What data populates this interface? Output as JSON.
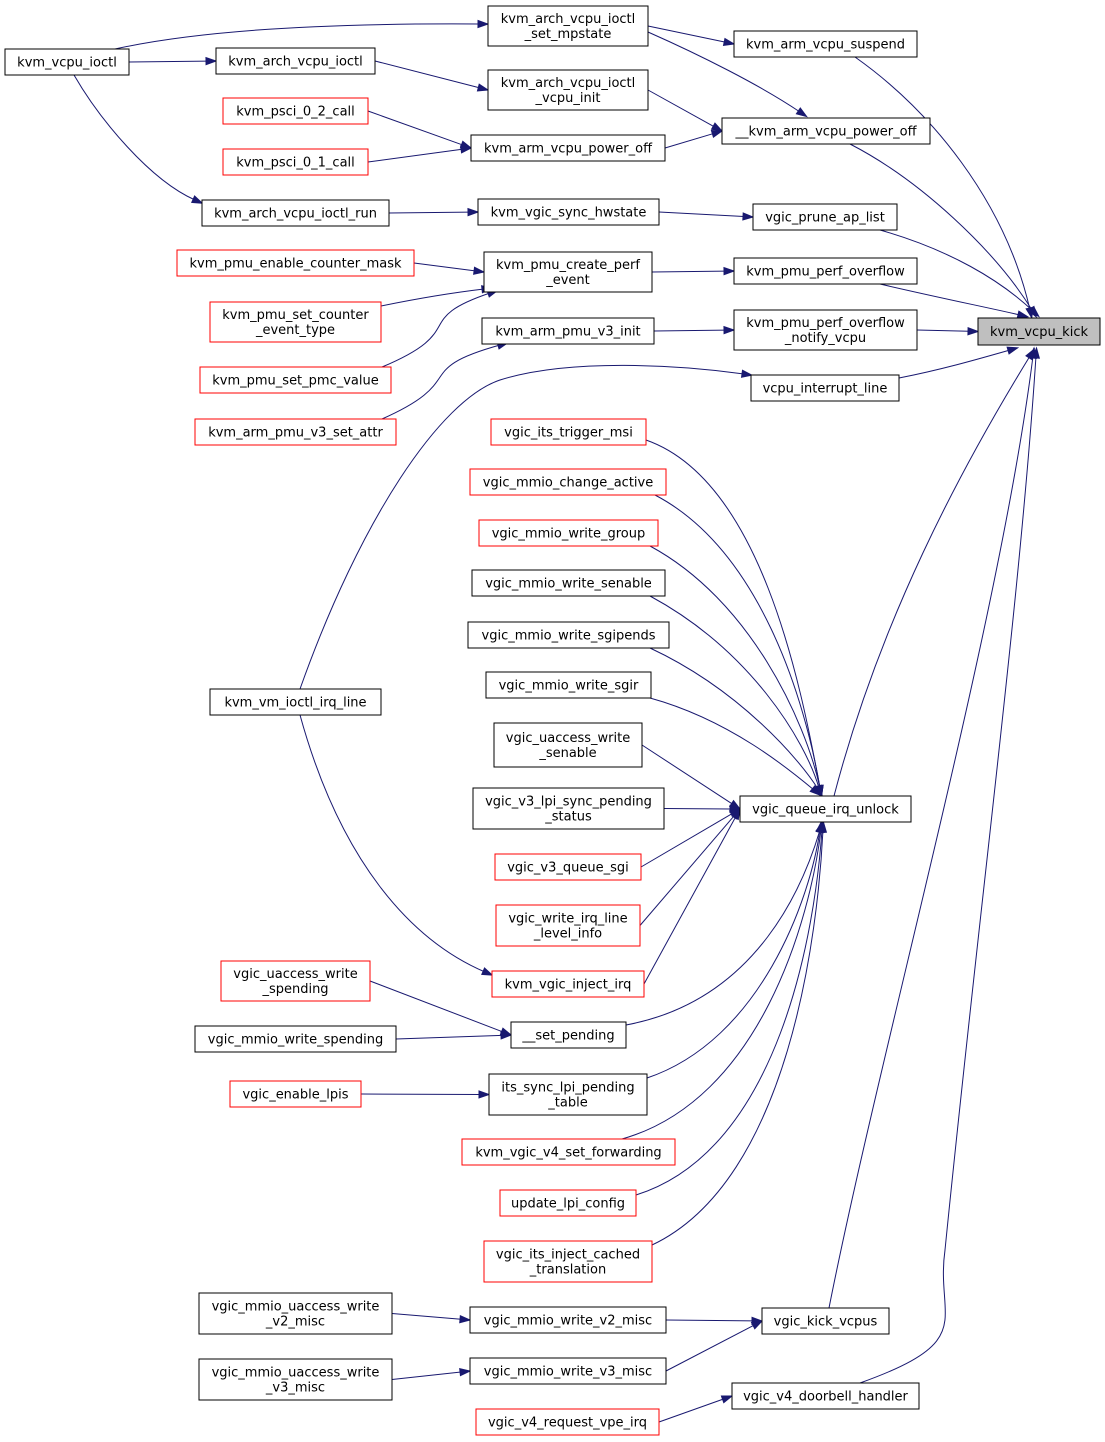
{
  "nodes": [
    {
      "id": "kvm_vcpu_kick",
      "lines": [
        "kvm_vcpu_kick"
      ],
      "style": "root"
    },
    {
      "id": "kvm_arm_vcpu_suspend",
      "lines": [
        "kvm_arm_vcpu_suspend"
      ],
      "style": "black"
    },
    {
      "id": "kvm_arch_vcpu_ioctl_set_mpstate",
      "lines": [
        "kvm_arch_vcpu_ioctl",
        "_set_mpstate"
      ],
      "style": "black"
    },
    {
      "id": "kvm_vcpu_ioctl",
      "lines": [
        "kvm_vcpu_ioctl"
      ],
      "style": "black"
    },
    {
      "id": "kvm_arch_vcpu_ioctl",
      "lines": [
        "kvm_arch_vcpu_ioctl"
      ],
      "style": "black"
    },
    {
      "id": "kvm_arch_vcpu_ioctl_vcpu_init",
      "lines": [
        "kvm_arch_vcpu_ioctl",
        "_vcpu_init"
      ],
      "style": "black"
    },
    {
      "id": "kvm_arm_vcpu_power_off_int",
      "lines": [
        "__kvm_arm_vcpu_power_off"
      ],
      "style": "black"
    },
    {
      "id": "kvm_psci_0_2_call",
      "lines": [
        "kvm_psci_0_2_call"
      ],
      "style": "red"
    },
    {
      "id": "kvm_psci_0_1_call",
      "lines": [
        "kvm_psci_0_1_call"
      ],
      "style": "red"
    },
    {
      "id": "kvm_arm_vcpu_power_off",
      "lines": [
        "kvm_arm_vcpu_power_off"
      ],
      "style": "black"
    },
    {
      "id": "kvm_arch_vcpu_ioctl_run",
      "lines": [
        "kvm_arch_vcpu_ioctl_run"
      ],
      "style": "black"
    },
    {
      "id": "kvm_vgic_sync_hwstate",
      "lines": [
        "kvm_vgic_sync_hwstate"
      ],
      "style": "black"
    },
    {
      "id": "vgic_prune_ap_list",
      "lines": [
        "vgic_prune_ap_list"
      ],
      "style": "black"
    },
    {
      "id": "kvm_pmu_enable_counter_mask",
      "lines": [
        "kvm_pmu_enable_counter_mask"
      ],
      "style": "red"
    },
    {
      "id": "kvm_pmu_create_perf_event",
      "lines": [
        "kvm_pmu_create_perf",
        "_event"
      ],
      "style": "black"
    },
    {
      "id": "kvm_pmu_perf_overflow",
      "lines": [
        "kvm_pmu_perf_overflow"
      ],
      "style": "black"
    },
    {
      "id": "kvm_pmu_set_counter_event_type",
      "lines": [
        "kvm_pmu_set_counter",
        "_event_type"
      ],
      "style": "red"
    },
    {
      "id": "kvm_arm_pmu_v3_init",
      "lines": [
        "kvm_arm_pmu_v3_init"
      ],
      "style": "black"
    },
    {
      "id": "kvm_pmu_perf_overflow_notify_vcpu",
      "lines": [
        "kvm_pmu_perf_overflow",
        "_notify_vcpu"
      ],
      "style": "black"
    },
    {
      "id": "kvm_pmu_set_pmc_value",
      "lines": [
        "kvm_pmu_set_pmc_value"
      ],
      "style": "red"
    },
    {
      "id": "vcpu_interrupt_line",
      "lines": [
        "vcpu_interrupt_line"
      ],
      "style": "black"
    },
    {
      "id": "kvm_arm_pmu_v3_set_attr",
      "lines": [
        "kvm_arm_pmu_v3_set_attr"
      ],
      "style": "red"
    },
    {
      "id": "vgic_its_trigger_msi",
      "lines": [
        "vgic_its_trigger_msi"
      ],
      "style": "red"
    },
    {
      "id": "vgic_mmio_change_active",
      "lines": [
        "vgic_mmio_change_active"
      ],
      "style": "red"
    },
    {
      "id": "vgic_mmio_write_group",
      "lines": [
        "vgic_mmio_write_group"
      ],
      "style": "red"
    },
    {
      "id": "vgic_mmio_write_senable",
      "lines": [
        "vgic_mmio_write_senable"
      ],
      "style": "black"
    },
    {
      "id": "vgic_mmio_write_sgipends",
      "lines": [
        "vgic_mmio_write_sgipends"
      ],
      "style": "black"
    },
    {
      "id": "vgic_mmio_write_sgir",
      "lines": [
        "vgic_mmio_write_sgir"
      ],
      "style": "black"
    },
    {
      "id": "kvm_vm_ioctl_irq_line",
      "lines": [
        "kvm_vm_ioctl_irq_line"
      ],
      "style": "black"
    },
    {
      "id": "vgic_uaccess_write_senable",
      "lines": [
        "vgic_uaccess_write",
        "_senable"
      ],
      "style": "black"
    },
    {
      "id": "vgic_v3_lpi_sync_pending_status",
      "lines": [
        "vgic_v3_lpi_sync_pending",
        "_status"
      ],
      "style": "black"
    },
    {
      "id": "vgic_queue_irq_unlock",
      "lines": [
        "vgic_queue_irq_unlock"
      ],
      "style": "black"
    },
    {
      "id": "vgic_v3_queue_sgi",
      "lines": [
        "vgic_v3_queue_sgi"
      ],
      "style": "red"
    },
    {
      "id": "vgic_write_irq_line_level_info",
      "lines": [
        "vgic_write_irq_line",
        "_level_info"
      ],
      "style": "red"
    },
    {
      "id": "vgic_uaccess_write_spending",
      "lines": [
        "vgic_uaccess_write",
        "_spending"
      ],
      "style": "red"
    },
    {
      "id": "kvm_vgic_inject_irq",
      "lines": [
        "kvm_vgic_inject_irq"
      ],
      "style": "red"
    },
    {
      "id": "vgic_mmio_write_spending",
      "lines": [
        "vgic_mmio_write_spending"
      ],
      "style": "black"
    },
    {
      "id": "set_pending",
      "lines": [
        "__set_pending"
      ],
      "style": "black"
    },
    {
      "id": "vgic_enable_lpis",
      "lines": [
        "vgic_enable_lpis"
      ],
      "style": "red"
    },
    {
      "id": "its_sync_lpi_pending_table",
      "lines": [
        "its_sync_lpi_pending",
        "_table"
      ],
      "style": "black"
    },
    {
      "id": "kvm_vgic_v4_set_forwarding",
      "lines": [
        "kvm_vgic_v4_set_forwarding"
      ],
      "style": "red"
    },
    {
      "id": "update_lpi_config",
      "lines": [
        "update_lpi_config"
      ],
      "style": "red"
    },
    {
      "id": "vgic_its_inject_cached_translation",
      "lines": [
        "vgic_its_inject_cached",
        "_translation"
      ],
      "style": "red"
    },
    {
      "id": "vgic_mmio_uaccess_write_v2_misc",
      "lines": [
        "vgic_mmio_uaccess_write",
        "_v2_misc"
      ],
      "style": "black"
    },
    {
      "id": "vgic_mmio_write_v2_misc",
      "lines": [
        "vgic_mmio_write_v2_misc"
      ],
      "style": "black"
    },
    {
      "id": "vgic_kick_vcpus",
      "lines": [
        "vgic_kick_vcpus"
      ],
      "style": "black"
    },
    {
      "id": "vgic_mmio_uaccess_write_v3_misc",
      "lines": [
        "vgic_mmio_uaccess_write",
        "_v3_misc"
      ],
      "style": "black"
    },
    {
      "id": "vgic_mmio_write_v3_misc",
      "lines": [
        "vgic_mmio_write_v3_misc"
      ],
      "style": "black"
    },
    {
      "id": "vgic_v4_doorbell_handler",
      "lines": [
        "vgic_v4_doorbell_handler"
      ],
      "style": "black"
    },
    {
      "id": "vgic_v4_request_vpe_irq",
      "lines": [
        "vgic_v4_request_vpe_irq"
      ],
      "style": "red"
    }
  ],
  "edges": [
    {
      "from": "kvm_arm_vcpu_suspend",
      "to": "kvm_vcpu_kick"
    },
    {
      "from": "kvm_arm_vcpu_power_off_int",
      "to": "kvm_vcpu_kick"
    },
    {
      "from": "vgic_prune_ap_list",
      "to": "kvm_vcpu_kick"
    },
    {
      "from": "kvm_pmu_perf_overflow",
      "to": "kvm_vcpu_kick"
    },
    {
      "from": "kvm_pmu_perf_overflow_notify_vcpu",
      "to": "kvm_vcpu_kick"
    },
    {
      "from": "vcpu_interrupt_line",
      "to": "kvm_vcpu_kick"
    },
    {
      "from": "vgic_queue_irq_unlock",
      "to": "kvm_vcpu_kick"
    },
    {
      "from": "vgic_kick_vcpus",
      "to": "kvm_vcpu_kick"
    },
    {
      "from": "vgic_v4_doorbell_handler",
      "to": "kvm_vcpu_kick"
    },
    {
      "from": "kvm_arch_vcpu_ioctl_set_mpstate",
      "to": "kvm_arm_vcpu_suspend"
    },
    {
      "from": "kvm_vcpu_ioctl",
      "to": "kvm_arch_vcpu_ioctl_set_mpstate"
    },
    {
      "from": "kvm_arch_vcpu_ioctl_set_mpstate",
      "to": "kvm_arm_vcpu_power_off_int"
    },
    {
      "from": "kvm_arch_vcpu_ioctl_vcpu_init",
      "to": "kvm_arm_vcpu_power_off_int"
    },
    {
      "from": "kvm_arm_vcpu_power_off",
      "to": "kvm_arm_vcpu_power_off_int"
    },
    {
      "from": "kvm_vcpu_ioctl",
      "to": "kvm_arch_vcpu_ioctl"
    },
    {
      "from": "kvm_arch_vcpu_ioctl",
      "to": "kvm_arch_vcpu_ioctl_vcpu_init"
    },
    {
      "from": "kvm_psci_0_2_call",
      "to": "kvm_arm_vcpu_power_off"
    },
    {
      "from": "kvm_psci_0_1_call",
      "to": "kvm_arm_vcpu_power_off"
    },
    {
      "from": "kvm_vcpu_ioctl",
      "to": "kvm_arch_vcpu_ioctl_run"
    },
    {
      "from": "kvm_arch_vcpu_ioctl_run",
      "to": "kvm_vgic_sync_hwstate"
    },
    {
      "from": "kvm_vgic_sync_hwstate",
      "to": "vgic_prune_ap_list"
    },
    {
      "from": "kvm_pmu_create_perf_event",
      "to": "kvm_pmu_perf_overflow"
    },
    {
      "from": "kvm_pmu_enable_counter_mask",
      "to": "kvm_pmu_create_perf_event"
    },
    {
      "from": "kvm_pmu_set_counter_event_type",
      "to": "kvm_pmu_create_perf_event"
    },
    {
      "from": "kvm_pmu_set_pmc_value",
      "to": "kvm_pmu_create_perf_event"
    },
    {
      "from": "kvm_arm_pmu_v3_init",
      "to": "kvm_pmu_perf_overflow_notify_vcpu"
    },
    {
      "from": "kvm_arm_pmu_v3_set_attr",
      "to": "kvm_arm_pmu_v3_init"
    },
    {
      "from": "kvm_vm_ioctl_irq_line",
      "to": "vcpu_interrupt_line"
    },
    {
      "from": "vgic_its_trigger_msi",
      "to": "vgic_queue_irq_unlock"
    },
    {
      "from": "vgic_mmio_change_active",
      "to": "vgic_queue_irq_unlock"
    },
    {
      "from": "vgic_mmio_write_group",
      "to": "vgic_queue_irq_unlock"
    },
    {
      "from": "vgic_mmio_write_senable",
      "to": "vgic_queue_irq_unlock"
    },
    {
      "from": "vgic_mmio_write_sgipends",
      "to": "vgic_queue_irq_unlock"
    },
    {
      "from": "vgic_mmio_write_sgir",
      "to": "vgic_queue_irq_unlock"
    },
    {
      "from": "vgic_uaccess_write_senable",
      "to": "vgic_queue_irq_unlock"
    },
    {
      "from": "vgic_v3_lpi_sync_pending_status",
      "to": "vgic_queue_irq_unlock"
    },
    {
      "from": "vgic_v3_queue_sgi",
      "to": "vgic_queue_irq_unlock"
    },
    {
      "from": "vgic_write_irq_line_level_info",
      "to": "vgic_queue_irq_unlock"
    },
    {
      "from": "kvm_vgic_inject_irq",
      "to": "vgic_queue_irq_unlock"
    },
    {
      "from": "set_pending",
      "to": "vgic_queue_irq_unlock"
    },
    {
      "from": "its_sync_lpi_pending_table",
      "to": "vgic_queue_irq_unlock"
    },
    {
      "from": "kvm_vgic_v4_set_forwarding",
      "to": "vgic_queue_irq_unlock"
    },
    {
      "from": "update_lpi_config",
      "to": "vgic_queue_irq_unlock"
    },
    {
      "from": "vgic_its_inject_cached_translation",
      "to": "vgic_queue_irq_unlock"
    },
    {
      "from": "kvm_vm_ioctl_irq_line",
      "to": "kvm_vgic_inject_irq"
    },
    {
      "from": "vgic_uaccess_write_spending",
      "to": "set_pending"
    },
    {
      "from": "vgic_mmio_write_spending",
      "to": "set_pending"
    },
    {
      "from": "vgic_enable_lpis",
      "to": "its_sync_lpi_pending_table"
    },
    {
      "from": "vgic_mmio_write_v2_misc",
      "to": "vgic_kick_vcpus"
    },
    {
      "from": "vgic_mmio_write_v3_misc",
      "to": "vgic_kick_vcpus"
    },
    {
      "from": "vgic_mmio_uaccess_write_v2_misc",
      "to": "vgic_mmio_write_v2_misc"
    },
    {
      "from": "vgic_mmio_uaccess_write_v3_misc",
      "to": "vgic_mmio_write_v3_misc"
    },
    {
      "from": "vgic_v4_request_vpe_irq",
      "to": "vgic_v4_doorbell_handler"
    }
  ]
}
